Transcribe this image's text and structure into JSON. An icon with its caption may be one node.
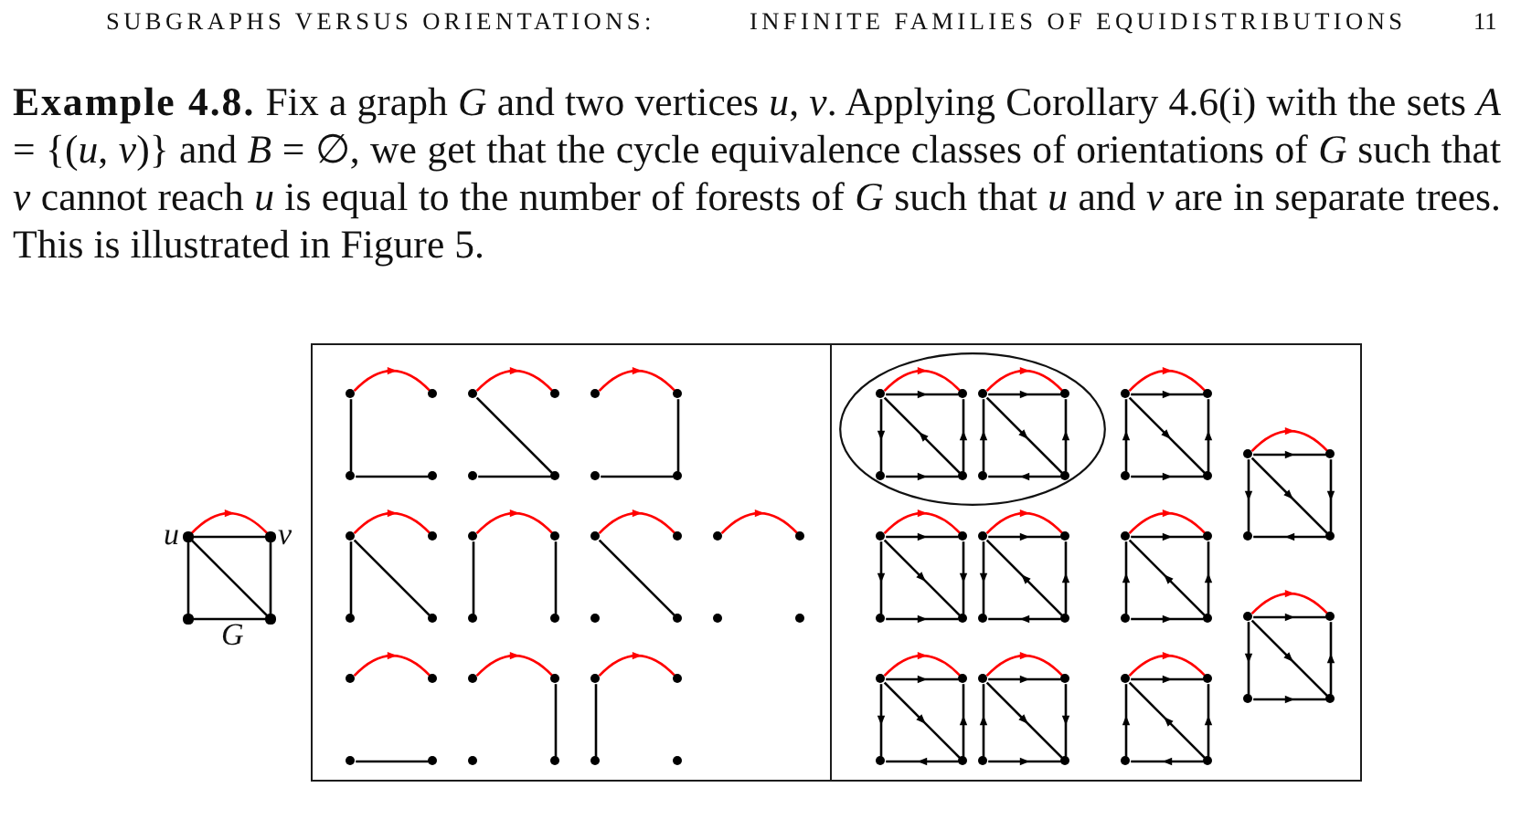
{
  "diagram": {
    "nodes": [
      {
        "text": [],
        "shape": "circle",
        "beside": [
          "u"
        ]
      },
      {
        "text": [],
        "shape": "circle",
        "beside": [
          "v"
        ]
      },
      {
        "text": [],
        "shape": "circle"
      },
      {
        "text": [],
        "shape": "circle"
      },
      {
        "text": [],
        "shape": "box"
      },
      {
        "text": [],
        "shape": "circle",
        "in": 4
      },
      {
        "text": [],
        "shape": "circle",
        "in": 4
      },
      {
        "text": [],
        "shape": "circle",
        "in": 4
      },
      {
        "text": [],
        "shape": "circle",
        "in": 4
      },
      {
        "text": [],
        "shape": "circle",
        "in": 4
      },
      {
        "text": [],
        "shape": "circle",
        "in": 4
      },
      {
        "text": [],
        "shape": "circle",
        "in": 4
      },
      {
        "text": [],
        "shape": "circle",
        "in": 4
      },
      {
        "text": [],
        "shape": "circle",
        "in": 4
      },
      {
        "text": [],
        "shape": "circle",
        "in": 4
      },
      {
        "text": [],
        "shape": "circle",
        "in": 4
      },
      {
        "text": [],
        "shape": "circle",
        "in": 4
      },
      {
        "text": [],
        "shape": "circle",
        "in": 4
      },
      {
        "text": [],
        "shape": "circle",
        "in": 4
      },
      {
        "text": [],
        "shape": "circle",
        "in": 4
      },
      {
        "text": [],
        "shape": "circle",
        "in": 4
      },
      {
        "text": [],
        "shape": "circle",
        "in": 4
      },
      {
        "text": [],
        "shape": "circle",
        "in": 4
      },
      {
        "text": [],
        "shape": "circle",
        "in": 4
      },
      {
        "text": [],
        "shape": "circle",
        "in": 4
      },
      {
        "text": [],
        "shape": "circle",
        "in": 4
      },
      {
        "text": [],
        "shape": "circle",
        "in": 4
      },
      {
        "text": [],
        "shape": "circle",
        "in": 4
      },
      {
        "text": [],
        "shape": "circle",
        "in": 4
      },
      {
        "text": [],
        "shape": "circle",
        "in": 4
      },
      {
        "text": [],
        "shape": "circle",
        "in": 4
      },
      {
        "text": [],
        "shape": "circle",
        "in": 4
      },
      {
        "text": [],
        "shape": "circle",
        "in": 4
      },
      {
        "text": [],
        "shape": "circle",
        "in": 4
      },
      {
        "text": [],
        "shape": "circle",
        "in": 4
      },
      {
        "text": [],
        "shape": "circle",
        "in": 4
      },
      {
        "text": [],
        "shape": "circle",
        "in": 4
      },
      {
        "text": [],
        "shape": "circle",
        "in": 4
      },
      {
        "text": [],
        "shape": "circle",
        "in": 4
      },
      {
        "text": [],
        "shape": "circle",
        "in": 4
      },
      {
        "text": [],
        "shape": "circle",
        "in": 4
      },
      {
        "text": [],
        "shape": "circle",
        "in": 4
      },
      {
        "text": [],
        "shape": "circle",
        "in": 4
      },
      {
        "text": [],
        "shape": "circle",
        "in": 4
      },
      {
        "text": [],
        "shape": "circle",
        "in": 4
      },
      {
        "text": [],
        "shape": "box"
      },
      {
        "text": [],
        "shape": "ellipse",
        "in": 45
      },
      {
        "text": [],
        "shape": "circle",
        "in": 46
      },
      {
        "text": [],
        "shape": "circle",
        "in": 46
      },
      {
        "text": [],
        "shape": "circle",
        "in": 46
      },
      {
        "text": [],
        "shape": "circle",
        "in": 46
      },
      {
        "text": [],
        "shape": "circle",
        "in": 46
      },
      {
        "text": [],
        "shape": "circle",
        "in": 46
      },
      {
        "text": [],
        "shape": "circle",
        "in": 46
      },
      {
        "text": [],
        "shape": "circle",
        "in": 46
      },
      {
        "text": [],
        "shape": "circle",
        "in": 45
      },
      {
        "text": [],
        "shape": "circle",
        "in": 45
      },
      {
        "text": [],
        "shape": "circle",
        "in": 45
      },
      {
        "text": [],
        "shape": "circle",
        "in": 45
      },
      {
        "text": [],
        "shape": "circle",
        "in": 45
      },
      {
        "text": [],
        "shape": "circle",
        "in": 45
      },
      {
        "text": [],
        "shape": "circle",
        "in": 45
      },
      {
        "text": [],
        "shape": "circle",
        "in": 45
      },
      {
        "text": [],
        "shape": "circle",
        "in": 45
      },
      {
        "text": [],
        "shape": "circle",
        "in": 45
      },
      {
        "text": [],
        "shape": "circle",
        "in": 45
      },
      {
        "text": [],
        "shape": "circle",
        "in": 45
      },
      {
        "text": [],
        "shape": "circle",
        "in": 45
      },
      {
        "text": [],
        "shape": "circle",
        "in": 45
      },
      {
        "text": [],
        "shape": "circle",
        "in": 45
      },
      {
        "text": [],
        "shape": "circle",
        "in": 45
      },
      {
        "text": [],
        "shape": "circle",
        "in": 45
      },
      {
        "text": [],
        "shape": "circle",
        "in": 45
      },
      {
        "text": [],
        "shape": "circle",
        "in": 45
      },
      {
        "text": [],
        "shape": "circle",
        "in": 45
      },
      {
        "text": [],
        "shape": "circle",
        "in": 45
      },
      {
        "text": [],
        "shape": "circle",
        "in": 45
      },
      {
        "text": [],
        "shape": "circle",
        "in": 45
      },
      {
        "text": [],
        "shape": "circle",
        "in": 45
      },
      {
        "text": [],
        "shape": "circle",
        "in": 45
      },
      {
        "text": [],
        "shape": "circle",
        "in": 45
      },
      {
        "text": [],
        "shape": "circle",
        "in": 45
      },
      {
        "text": [],
        "shape": "circle",
        "in": 45
      },
      {
        "text": [],
        "shape": "circle",
        "in": 45
      },
      {
        "text": [],
        "shape": "circle",
        "in": 45
      },
      {
        "text": [],
        "shape": "circle",
        "in": 45
      },
      {
        "text": [],
        "shape": "circle",
        "in": 45
      },
      {
        "text": [],
        "shape": "circle",
        "in": 45
      },
      {
        "text": [],
        "shape": "circle",
        "in": 45
      },
      {
        "text": [],
        "shape": "circle",
        "in": 45
      },
      {
        "text": [],
        "shape": "circle",
        "in": 45
      }
    ],
    "edges": [
      {
        "from": 0,
        "to": 1,
        "arrow": "to",
        "color": "#ff0000"
      },
      {
        "from": 0,
        "to": 1,
        "arrow": "none"
      },
      {
        "from": 0,
        "to": 2,
        "arrow": "none"
      },
      {
        "from": 1,
        "to": 3,
        "arrow": "none"
      },
      {
        "from": 2,
        "to": 3,
        "arrow": "none"
      },
      {
        "from": 0,
        "to": 3,
        "arrow": "none"
      },
      {
        "from": 5,
        "to": 6,
        "arrow": "to",
        "color": "#ff0000"
      },
      {
        "from": 5,
        "to": 7,
        "arrow": "none"
      },
      {
        "from": 7,
        "to": 8,
        "arrow": "none"
      },
      {
        "from": 9,
        "to": 10,
        "arrow": "to",
        "color": "#ff0000"
      },
      {
        "from": 9,
        "to": 12,
        "arrow": "none"
      },
      {
        "from": 11,
        "to": 12,
        "arrow": "none"
      },
      {
        "from": 13,
        "to": 14,
        "arrow": "to",
        "color": "#ff0000"
      },
      {
        "from": 14,
        "to": 16,
        "arrow": "none"
      },
      {
        "from": 15,
        "to": 16,
        "arrow": "none"
      },
      {
        "from": 17,
        "to": 18,
        "arrow": "to",
        "color": "#ff0000"
      },
      {
        "from": 17,
        "to": 19,
        "arrow": "none"
      },
      {
        "from": 17,
        "to": 20,
        "arrow": "none"
      },
      {
        "from": 21,
        "to": 22,
        "arrow": "to",
        "color": "#ff0000"
      },
      {
        "from": 21,
        "to": 23,
        "arrow": "none"
      },
      {
        "from": 22,
        "to": 24,
        "arrow": "none"
      },
      {
        "from": 25,
        "to": 26,
        "arrow": "to",
        "color": "#ff0000"
      },
      {
        "from": 25,
        "to": 28,
        "arrow": "none"
      },
      {
        "from": 29,
        "to": 30,
        "arrow": "to",
        "color": "#ff0000"
      },
      {
        "from": 33,
        "to": 34,
        "arrow": "to",
        "color": "#ff0000"
      },
      {
        "from": 35,
        "to": 36,
        "arrow": "none"
      },
      {
        "from": 37,
        "to": 38,
        "arrow": "to",
        "color": "#ff0000"
      },
      {
        "from": 38,
        "to": 40,
        "arrow": "none"
      },
      {
        "from": 41,
        "to": 42,
        "arrow": "to",
        "color": "#ff0000"
      },
      {
        "from": 41,
        "to": 43,
        "arrow": "none"
      },
      {
        "from": 47,
        "to": 48,
        "arrow": "to",
        "color": "#ff0000"
      },
      {
        "from": 47,
        "to": 48,
        "arrow": "to"
      },
      {
        "from": 47,
        "to": 49,
        "arrow": "to"
      },
      {
        "from": 50,
        "to": 48,
        "arrow": "to"
      },
      {
        "from": 49,
        "to": 50,
        "arrow": "to"
      },
      {
        "from": 50,
        "to": 47,
        "arrow": "to"
      },
      {
        "from": 51,
        "to": 52,
        "arrow": "to",
        "color": "#ff0000"
      },
      {
        "from": 51,
        "to": 52,
        "arrow": "to"
      },
      {
        "from": 53,
        "to": 51,
        "arrow": "to"
      },
      {
        "from": 54,
        "to": 52,
        "arrow": "to"
      },
      {
        "from": 54,
        "to": 53,
        "arrow": "to"
      },
      {
        "from": 51,
        "to": 54,
        "arrow": "to"
      },
      {
        "from": 55,
        "to": 56,
        "arrow": "to",
        "color": "#ff0000"
      },
      {
        "from": 55,
        "to": 56,
        "arrow": "to"
      },
      {
        "from": 57,
        "to": 55,
        "arrow": "to"
      },
      {
        "from": 58,
        "to": 56,
        "arrow": "to"
      },
      {
        "from": 57,
        "to": 58,
        "arrow": "to"
      },
      {
        "from": 55,
        "to": 58,
        "arrow": "to"
      },
      {
        "from": 59,
        "to": 60,
        "arrow": "to",
        "color": "#ff0000"
      },
      {
        "from": 59,
        "to": 60,
        "arrow": "to"
      },
      {
        "from": 59,
        "to": 61,
        "arrow": "to"
      },
      {
        "from": 60,
        "to": 62,
        "arrow": "to"
      },
      {
        "from": 62,
        "to": 61,
        "arrow": "to"
      },
      {
        "from": 59,
        "to": 62,
        "arrow": "to"
      },
      {
        "from": 63,
        "to": 64,
        "arrow": "to",
        "color": "#ff0000"
      },
      {
        "from": 63,
        "to": 64,
        "arrow": "to"
      },
      {
        "from": 63,
        "to": 65,
        "arrow": "to"
      },
      {
        "from": 64,
        "to": 66,
        "arrow": "to"
      },
      {
        "from": 65,
        "to": 66,
        "arrow": "to"
      },
      {
        "from": 63,
        "to": 66,
        "arrow": "to"
      },
      {
        "from": 67,
        "to": 68,
        "arrow": "to",
        "color": "#ff0000"
      },
      {
        "from": 67,
        "to": 68,
        "arrow": "to"
      },
      {
        "from": 67,
        "to": 69,
        "arrow": "to"
      },
      {
        "from": 70,
        "to": 68,
        "arrow": "to"
      },
      {
        "from": 70,
        "to": 69,
        "arrow": "to"
      },
      {
        "from": 70,
        "to": 67,
        "arrow": "to"
      },
      {
        "from": 71,
        "to": 72,
        "arrow": "to",
        "color": "#ff0000"
      },
      {
        "from": 71,
        "to": 72,
        "arrow": "to"
      },
      {
        "from": 73,
        "to": 71,
        "arrow": "to"
      },
      {
        "from": 74,
        "to": 72,
        "arrow": "to"
      },
      {
        "from": 73,
        "to": 74,
        "arrow": "to"
      },
      {
        "from": 74,
        "to": 71,
        "arrow": "to"
      },
      {
        "from": 75,
        "to": 76,
        "arrow": "to",
        "color": "#ff0000"
      },
      {
        "from": 75,
        "to": 76,
        "arrow": "to"
      },
      {
        "from": 75,
        "to": 77,
        "arrow": "to"
      },
      {
        "from": 78,
        "to": 76,
        "arrow": "to"
      },
      {
        "from": 77,
        "to": 78,
        "arrow": "to"
      },
      {
        "from": 75,
        "to": 78,
        "arrow": "to"
      },
      {
        "from": 79,
        "to": 80,
        "arrow": "to",
        "color": "#ff0000"
      },
      {
        "from": 79,
        "to": 80,
        "arrow": "to"
      },
      {
        "from": 79,
        "to": 81,
        "arrow": "to"
      },
      {
        "from": 82,
        "to": 80,
        "arrow": "to"
      },
      {
        "from": 82,
        "to": 81,
        "arrow": "to"
      },
      {
        "from": 79,
        "to": 82,
        "arrow": "to"
      },
      {
        "from": 83,
        "to": 84,
        "arrow": "to",
        "color": "#ff0000"
      },
      {
        "from": 83,
        "to": 84,
        "arrow": "to"
      },
      {
        "from": 85,
        "to": 83,
        "arrow": "to"
      },
      {
        "from": 84,
        "to": 86,
        "arrow": "to"
      },
      {
        "from": 85,
        "to": 86,
        "arrow": "to"
      },
      {
        "from": 83,
        "to": 86,
        "arrow": "to"
      },
      {
        "from": 87,
        "to": 88,
        "arrow": "to",
        "color": "#ff0000"
      },
      {
        "from": 87,
        "to": 88,
        "arrow": "to"
      },
      {
        "from": 89,
        "to": 87,
        "arrow": "to"
      },
      {
        "from": 90,
        "to": 88,
        "arrow": "to"
      },
      {
        "from": 90,
        "to": 89,
        "arrow": "to"
      },
      {
        "from": 90,
        "to": 87,
        "arrow": "to"
      }
    ],
    "labels": [
      "SUBGRAPHS VERSUS ORIENTATIONS:",
      "INFINITE FAMILIES OF EQUIDISTRIBUTIONS",
      "11",
      "**Example 4.8.** Fix a graph *G* and two vertices *u*, *v*. Applying Corollary 4.6(i) with the sets *A* = {(*u*, *v*)} and *B* = ∅, we get that the cycle equivalence classes of orientations of *G* such that *v* cannot reach *u* is equal to the number of forests of *G* such that *u* and *v* are in separate trees. This is illustrated in Figure 5.",
      "G"
    ]
  }
}
